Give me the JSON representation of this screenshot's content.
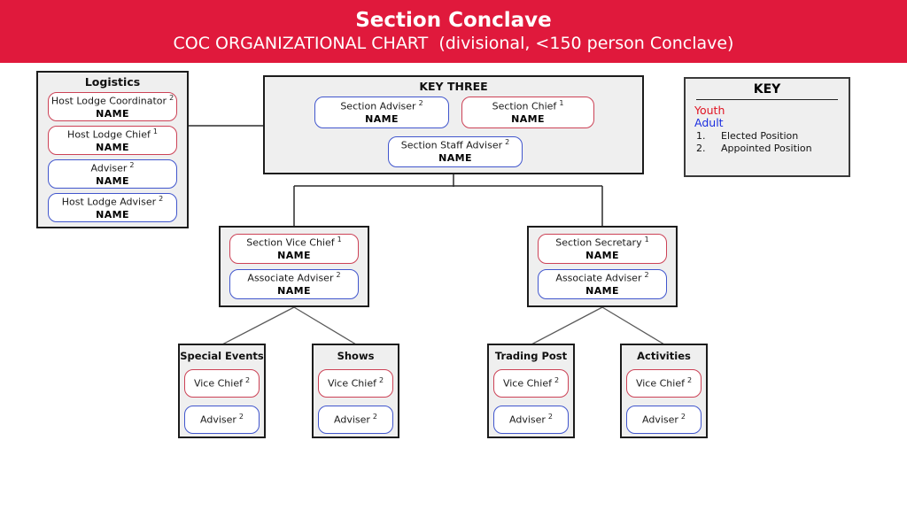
{
  "header": {
    "title": "Section Conclave",
    "subtitle": "COC ORGANIZATIONAL CHART  (divisional, <150 person Conclave)"
  },
  "colors": {
    "banner_red": "#e0193c",
    "youth_border": "#cc4256",
    "adult_border": "#4156cd",
    "youth_text": "#e01322",
    "adult_text": "#1b2ee0",
    "panel_fill": "#efefef"
  },
  "logistics": {
    "title": "Logistics",
    "positions": [
      {
        "title": "Host Lodge Coordinator",
        "sup": "2",
        "name": "NAME",
        "type": "youth"
      },
      {
        "title": "Host Lodge Chief",
        "sup": "1",
        "name": "NAME",
        "type": "youth"
      },
      {
        "title": "Adviser",
        "sup": "2",
        "name": "NAME",
        "type": "adult"
      },
      {
        "title": "Host Lodge Adviser",
        "sup": "2",
        "name": "NAME",
        "type": "adult"
      }
    ]
  },
  "key_three": {
    "title": "KEY THREE",
    "positions": [
      {
        "title": "Section Adviser",
        "sup": "2",
        "name": "NAME",
        "type": "adult"
      },
      {
        "title": "Section Chief",
        "sup": "1",
        "name": "NAME",
        "type": "youth"
      },
      {
        "title": "Section Staff Adviser",
        "sup": "2",
        "name": "NAME",
        "type": "adult"
      }
    ]
  },
  "key_legend": {
    "title": "KEY",
    "youth_label": "Youth",
    "adult_label": "Adult",
    "items": [
      {
        "num": "1.",
        "label": "Elected Position"
      },
      {
        "num": "2.",
        "label": "Appointed Position"
      }
    ]
  },
  "vice_chief_group": {
    "positions": [
      {
        "title": "Section Vice Chief",
        "sup": "1",
        "name": "NAME",
        "type": "youth"
      },
      {
        "title": "Associate Adviser",
        "sup": "2",
        "name": "NAME",
        "type": "adult"
      }
    ]
  },
  "secretary_group": {
    "positions": [
      {
        "title": "Section Secretary",
        "sup": "1",
        "name": "NAME",
        "type": "youth"
      },
      {
        "title": "Associate Adviser",
        "sup": "2",
        "name": "NAME",
        "type": "adult"
      }
    ]
  },
  "committees": [
    {
      "title": "Special Events",
      "positions": [
        {
          "title": "Vice Chief",
          "sup": "2",
          "type": "youth"
        },
        {
          "title": "Adviser",
          "sup": "2",
          "type": "adult"
        }
      ]
    },
    {
      "title": "Shows",
      "positions": [
        {
          "title": "Vice Chief",
          "sup": "2",
          "type": "youth"
        },
        {
          "title": "Adviser",
          "sup": "2",
          "type": "adult"
        }
      ]
    },
    {
      "title": "Trading Post",
      "positions": [
        {
          "title": "Vice Chief",
          "sup": "2",
          "type": "youth"
        },
        {
          "title": "Adviser",
          "sup": "2",
          "type": "adult"
        }
      ]
    },
    {
      "title": "Activities",
      "positions": [
        {
          "title": "Vice Chief",
          "sup": "2",
          "type": "youth"
        },
        {
          "title": "Adviser",
          "sup": "2",
          "type": "adult"
        }
      ]
    }
  ]
}
